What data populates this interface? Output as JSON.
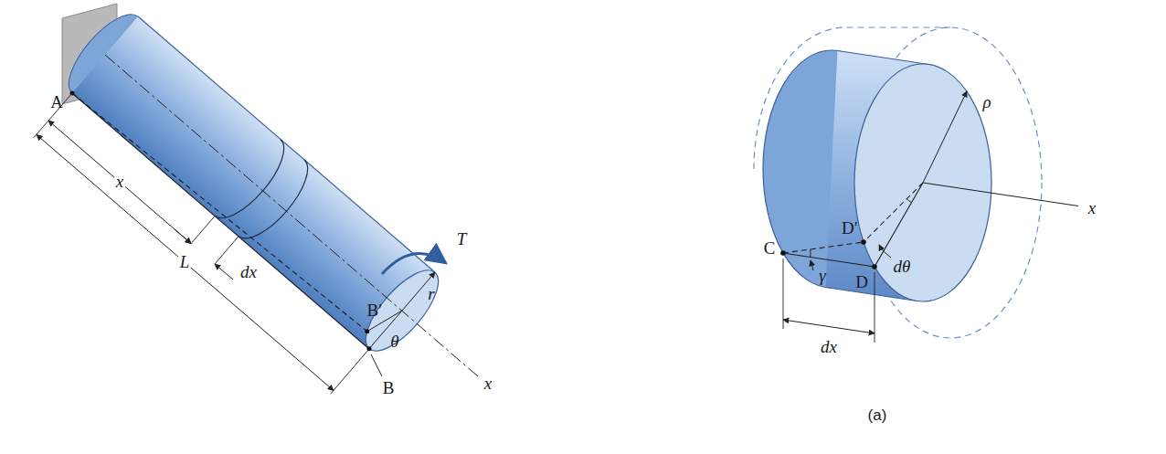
{
  "diagram": {
    "labels": [
      "A",
      "x",
      "dx",
      "L",
      "T",
      "r",
      "B′",
      "θ",
      "x",
      "B",
      "ρ",
      "C",
      "D′",
      "γ",
      "D",
      "dθ",
      "x",
      "dx",
      "(a)"
    ]
  }
}
